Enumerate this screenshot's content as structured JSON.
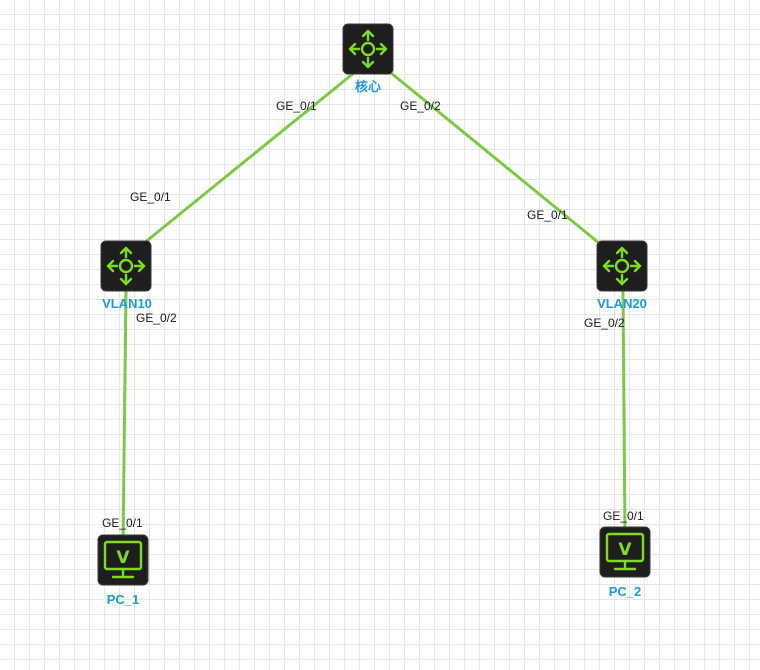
{
  "colors": {
    "link": "#7dc844",
    "node_label": "#1e9ad6",
    "device_body": "#1e1e1e",
    "device_glyph": "#7ddc1f",
    "grid": "#e6e6e6"
  },
  "nodes": {
    "core": {
      "label": "核心",
      "icon": "router-icon"
    },
    "vlan10": {
      "label": "VLAN10",
      "icon": "router-icon"
    },
    "vlan20": {
      "label": "VLAN20",
      "icon": "router-icon"
    },
    "pc1": {
      "label": "PC_1",
      "icon": "pc-monitor-icon",
      "glyph": "V"
    },
    "pc2": {
      "label": "PC_2",
      "icon": "pc-monitor-icon",
      "glyph": "V"
    }
  },
  "links": {
    "core_vlan10": {
      "a_port": "GE_0/1",
      "b_port": "GE_0/1"
    },
    "core_vlan20": {
      "a_port": "GE_0/2",
      "b_port": "GE_0/1"
    },
    "vlan10_pc1": {
      "a_port": "GE_0/2",
      "b_port": "GE_0/1"
    },
    "vlan20_pc2": {
      "a_port": "GE_0/2",
      "b_port": "GE_0/1"
    }
  }
}
